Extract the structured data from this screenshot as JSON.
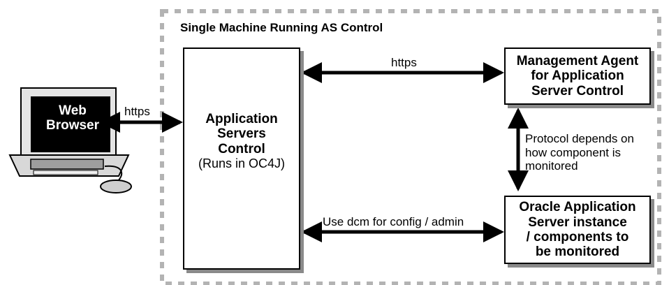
{
  "machine_label": "Single Machine Running AS Control",
  "browser": {
    "line1": "Web",
    "line2": "Browser"
  },
  "as_control": {
    "line1": "Application",
    "line2": "Servers",
    "line3": "Control",
    "runtime": "(Runs in OC4J)"
  },
  "agent": {
    "line1": "Management Agent",
    "line2": "for Application",
    "line3": "Server Control"
  },
  "instance": {
    "line1": "Oracle Application",
    "line2": "Server instance",
    "line3": "/ components to",
    "line4": "be monitored"
  },
  "connections": {
    "browser_to_control": "https",
    "control_to_agent": "https",
    "agent_to_instance": {
      "line1": "Protocol depends on",
      "line2": "how component is",
      "line3": "monitored"
    },
    "control_to_instance": "Use dcm for config / admin"
  }
}
